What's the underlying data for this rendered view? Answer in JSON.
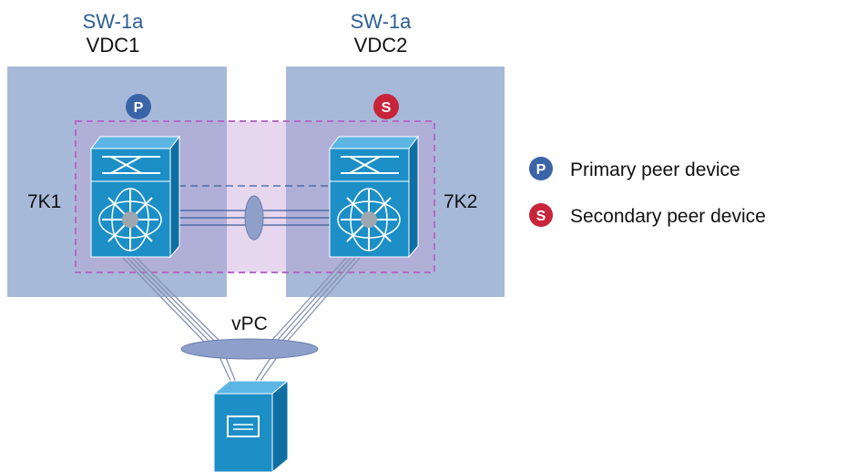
{
  "vdc1": {
    "title": "SW-1a",
    "subtitle": "VDC1",
    "device": "7K1",
    "role_badge": "P"
  },
  "vdc2": {
    "title": "SW-1a",
    "subtitle": "VDC2",
    "device": "7K2",
    "role_badge": "S"
  },
  "vpc_label": "vPC",
  "legend": [
    {
      "badge": "P",
      "label": "Primary peer device",
      "color": "#3a64a8"
    },
    {
      "badge": "S",
      "label": "Secondary peer device",
      "color": "#c8243a"
    }
  ],
  "colors": {
    "vdc_box": "#a7b9d9",
    "switch": "#1c8fc7",
    "peer_region": "#d8bfe4",
    "dashed_border": "#b36bc6",
    "ellipse": "#8e9fc9",
    "primary": "#3a64a8",
    "secondary": "#c8243a"
  }
}
